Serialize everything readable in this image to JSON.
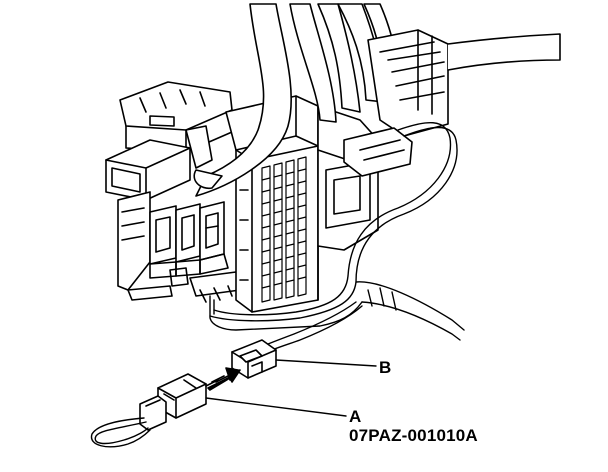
{
  "callouts": {
    "b": "B",
    "a": "A"
  },
  "figure_code": "07PAZ-001010A",
  "colors": {
    "ink": "#000000",
    "paper": "#ffffff"
  }
}
